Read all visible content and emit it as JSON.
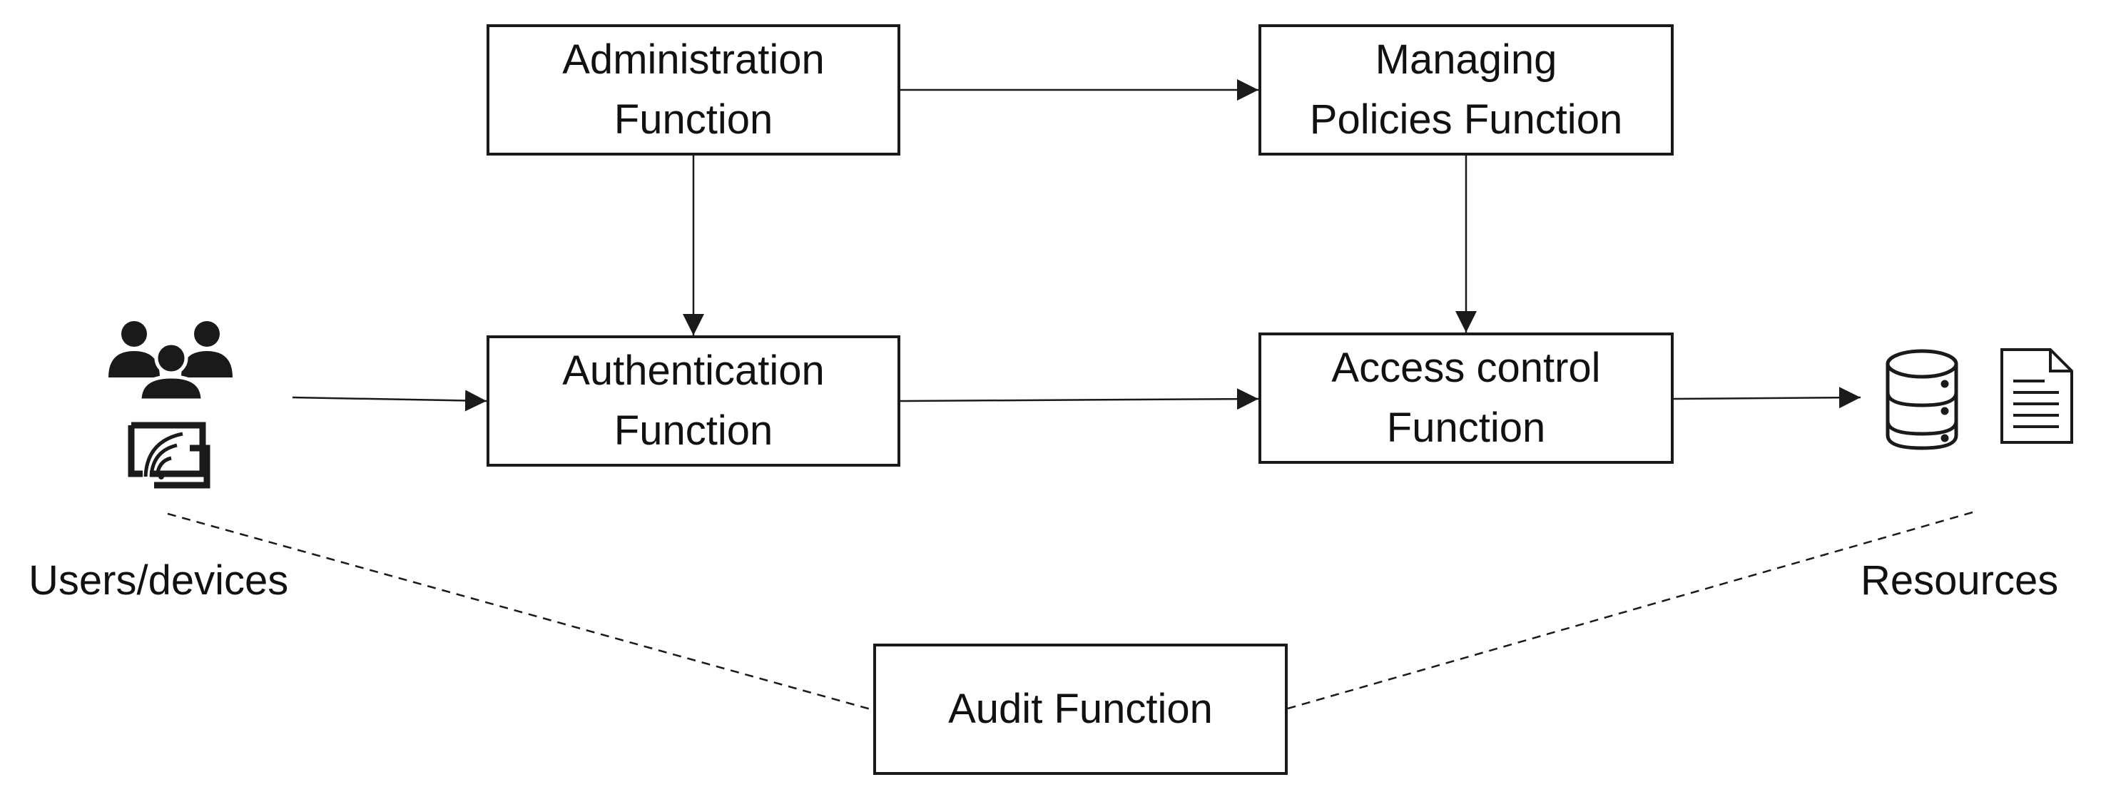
{
  "diagram": {
    "nodes": {
      "administration": {
        "line1": "Administration",
        "line2": "Function"
      },
      "managing_policies": {
        "line1": "Managing",
        "line2": "Policies Function"
      },
      "authentication": {
        "line1": "Authentication",
        "line2": "Function"
      },
      "access_control": {
        "line1": "Access control",
        "line2": "Function"
      },
      "audit": {
        "line1": "Audit Function"
      }
    },
    "labels": {
      "users_devices": "Users/devices",
      "resources": "Resources"
    },
    "icons": [
      "users-group-icon",
      "device-cast-icon",
      "database-icon",
      "document-icon"
    ],
    "edges": [
      {
        "from": "administration",
        "to": "managing_policies",
        "style": "solid-arrow"
      },
      {
        "from": "administration",
        "to": "authentication",
        "style": "solid-arrow"
      },
      {
        "from": "managing_policies",
        "to": "access_control",
        "style": "solid-arrow"
      },
      {
        "from": "users_devices",
        "to": "authentication",
        "style": "solid-arrow"
      },
      {
        "from": "authentication",
        "to": "access_control",
        "style": "solid-arrow"
      },
      {
        "from": "access_control",
        "to": "resources",
        "style": "solid-arrow"
      },
      {
        "from": "users_devices",
        "to": "audit",
        "style": "dashed"
      },
      {
        "from": "resources",
        "to": "audit",
        "style": "dashed"
      }
    ],
    "colors": {
      "stroke": "#1a1a1a",
      "text": "#111111",
      "background": "#ffffff"
    }
  }
}
